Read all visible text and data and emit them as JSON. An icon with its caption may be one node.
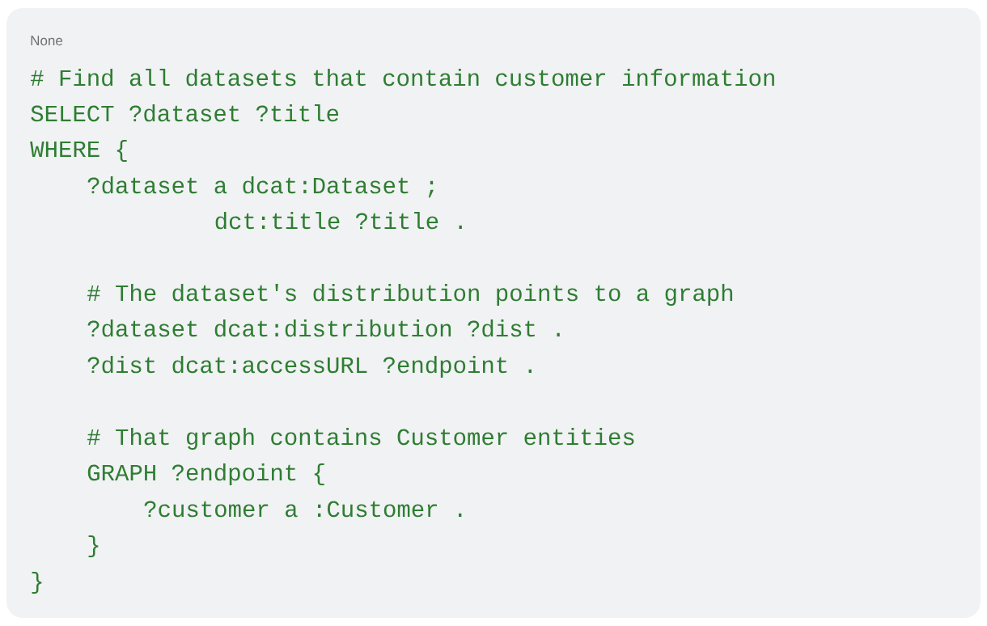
{
  "diagram": {
    "labels": [
      "None",
      "# Find all datasets that contain customer information",
      "SELECT ?dataset ?title",
      "WHERE {",
      "?dataset a dcat:Dataset ;",
      "dct:title ?title .",
      "# The dataset's distribution points to a graph",
      "?dataset dcat:distribution ?dist .",
      "?dist dcat:accessURL ?endpoint .",
      "# That graph contains Customer entities",
      "GRAPH ?endpoint {",
      "?customer a :Customer .",
      "}",
      "}"
    ]
  }
}
